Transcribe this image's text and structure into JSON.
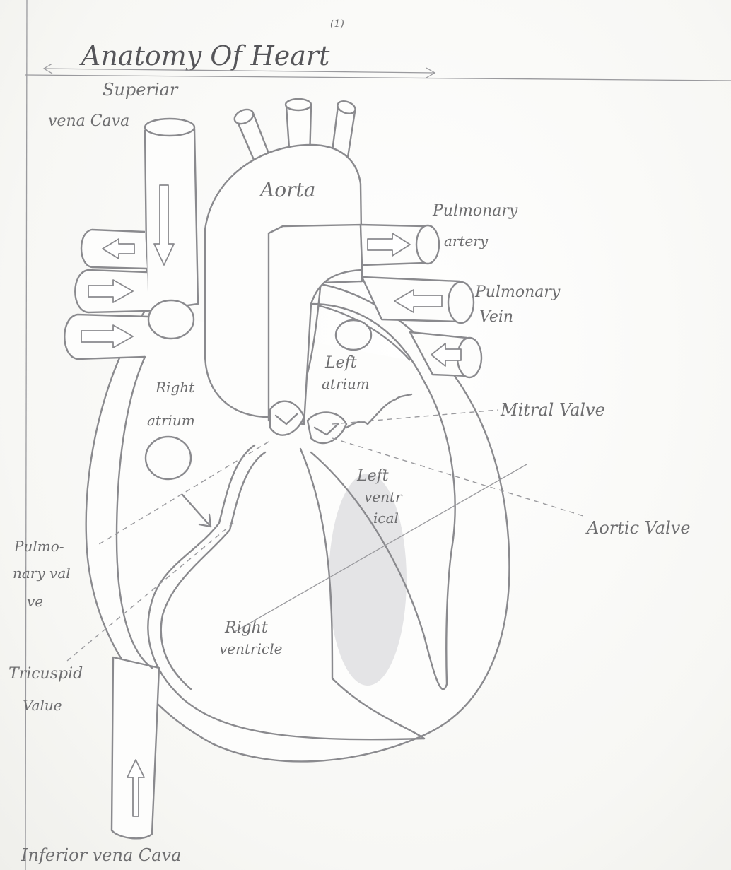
{
  "title": "Anatomy Of Heart",
  "page_mark": "(1)",
  "labels": {
    "superior_vena_cava_1": "Superiar",
    "superior_vena_cava_2": "vena Cava",
    "aorta": "Aorta",
    "pulmonary_artery_1": "Pulmonary",
    "pulmonary_artery_2": "artery",
    "pulmonary_vein_1": "Pulmonary",
    "pulmonary_vein_2": "Vein",
    "left_atrium_1": "Left",
    "left_atrium_2": "atrium",
    "right_atrium_1": "Right",
    "right_atrium_2": "atrium",
    "mitral_valve": "Mitral Valve",
    "left_ventricle_1": "Left",
    "left_ventricle_2": "ventr",
    "left_ventricle_3": "ical",
    "aortic_valve": "Aortic Valve",
    "pulmonary_valve_1": "Pulmo-",
    "pulmonary_valve_2": "nary val",
    "pulmonary_valve_3": "ve",
    "right_ventricle_1": "Right",
    "right_ventricle_2": "ventricle",
    "tricuspid_valve_1": "Tricuspid",
    "tricuspid_valve_2": "Value",
    "inferior_vena_cava": "Inferior vena Cava"
  },
  "colors": {
    "pencil": "#8a8a8e",
    "shading": "#cfcfd4",
    "paper": "#fbfbf9"
  }
}
